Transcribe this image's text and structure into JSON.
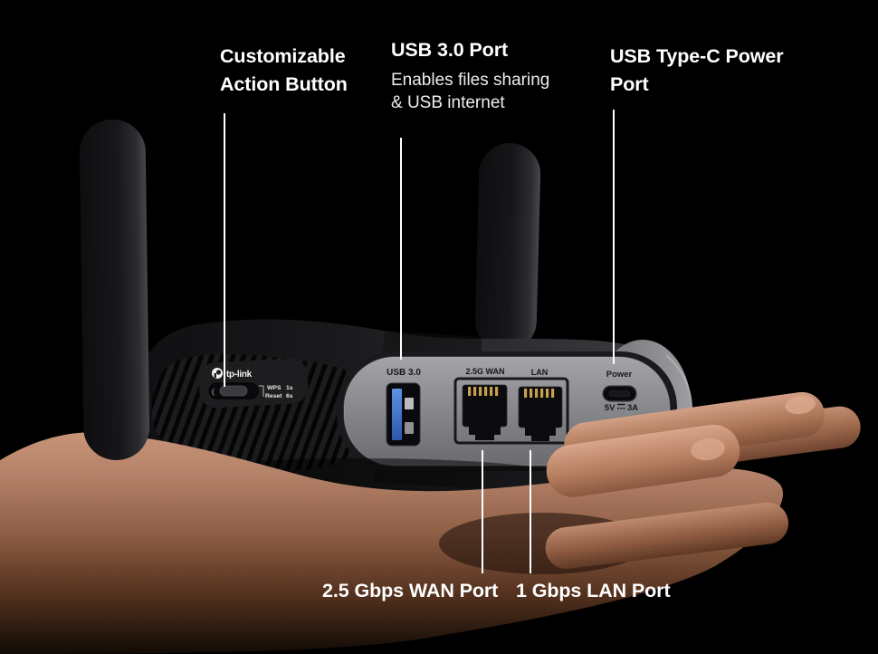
{
  "page": {
    "bg": "#000000"
  },
  "callouts": {
    "action_button": {
      "line1": "Customizable",
      "line2": "Action Button"
    },
    "usb": {
      "title": "USB 3.0 Port",
      "desc1": "Enables files sharing",
      "desc2": "& USB internet"
    },
    "power": {
      "line1": "USB Type-C Power",
      "line2": "Port"
    },
    "wan": {
      "label": "2.5 Gbps WAN Port"
    },
    "lan": {
      "label": "1 Gbps LAN Port"
    }
  },
  "device": {
    "brand": "tp-link",
    "switch": {
      "wps_label": "WPS",
      "wps_time": "1s",
      "reset_label": "Reset",
      "reset_time": "6s"
    },
    "panel": {
      "usb_label": "USB 3.0",
      "wan_label": "2.5G WAN",
      "lan_label": "LAN",
      "power_label": "Power",
      "power_spec_v": "5V",
      "power_spec_a": "3A"
    }
  },
  "colors": {
    "background": "#000000",
    "callout_text": "#ffffff",
    "leader_line": "#ffffff",
    "usb_port_blue": "#4a7fd4",
    "panel_gray": "#8a8b8f",
    "skin_tone": "#b5826a"
  }
}
